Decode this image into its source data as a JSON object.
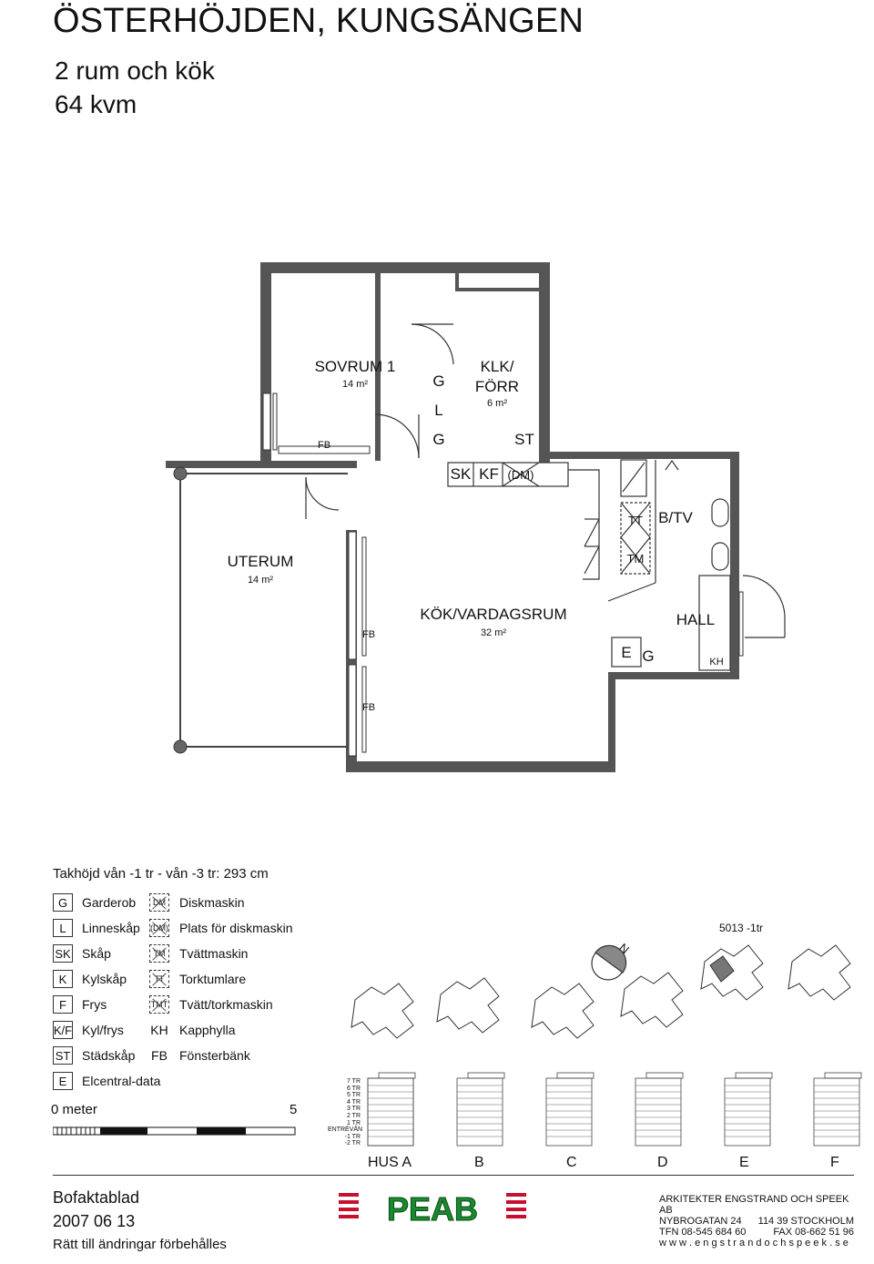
{
  "header": {
    "title": "ÖSTERHÖJDEN, KUNGSÄNGEN",
    "rooms": "2 rum och kök",
    "area": "64 kvm"
  },
  "plan": {
    "sovrum": {
      "name": "SOVRUM 1",
      "area": "14 m²"
    },
    "klk": {
      "name_1": "KLK/",
      "name_2": "FÖRR",
      "area": "6 m²"
    },
    "uterum": {
      "name": "UTERUM",
      "area": "14 m²"
    },
    "kok": {
      "name": "KÖK/VARDAGSRUM",
      "area": "32 m²"
    },
    "hall": {
      "name": "HALL"
    },
    "btv": "B/TV",
    "codes": {
      "G": "G",
      "L": "L",
      "ST": "ST",
      "SK": "SK",
      "KF": "KF",
      "DM": "(DM)",
      "TT": "TT",
      "TM": "TM",
      "E": "E",
      "KH": "KH",
      "FB": "FB"
    }
  },
  "ceiling": "Takhöjd vån -1 tr - vån -3 tr: 293 cm",
  "legend": {
    "left": [
      {
        "code": "G",
        "label": "Garderob"
      },
      {
        "code": "L",
        "label": "Linneskåp"
      },
      {
        "code": "SK",
        "label": "Skåp"
      },
      {
        "code": "K",
        "label": "Kylskåp"
      },
      {
        "code": "F",
        "label": "Frys"
      },
      {
        "code": "K/F",
        "label": "Kyl/frys"
      },
      {
        "code": "ST",
        "label": "Städskåp"
      },
      {
        "code": "E",
        "label": "Elcentral-data"
      }
    ],
    "right": [
      {
        "code": "DM",
        "label": "Diskmaskin"
      },
      {
        "code": "(DM)",
        "label": "Plats för diskmaskin"
      },
      {
        "code": "TM",
        "label": "Tvättmaskin"
      },
      {
        "code": "TT",
        "label": "Torktumlare"
      },
      {
        "code": "TMT",
        "label": "Tvätt/torkmaskin"
      },
      {
        "code": "KH",
        "label": "Kapphylla"
      },
      {
        "code": "FB",
        "label": "Fönsterbänk"
      }
    ]
  },
  "scale": {
    "start": "0 meter",
    "end": "5"
  },
  "apartment_id": "5013  -1tr",
  "north": "N",
  "floors": [
    "7 TR",
    "6 TR",
    "5 TR",
    "4 TR",
    "3 TR",
    "2 TR",
    "1 TR",
    "ENTRÉVÅN",
    "-1 TR",
    "-2 TR"
  ],
  "houses": [
    "HUS A",
    "B",
    "C",
    "D",
    "E",
    "F"
  ],
  "footer": {
    "doc": "Bofaktablad",
    "date": "2007 06 13",
    "rights": "Rätt till ändringar förbehålles",
    "logo": "PEAB",
    "arch_name": "ARKITEKTER ENGSTRAND OCH SPEEK AB",
    "arch_addr": "NYBROGATAN 24",
    "arch_city": "114 39 STOCKHOLM",
    "arch_tel": "TFN 08-545 684 60",
    "arch_fax": "FAX 08-662 51 96",
    "arch_web": "w w w . e n g s t r a n d o c h s p e e k . s e"
  },
  "colors": {
    "wall": "#555555",
    "logo_green": "#1a8a2e",
    "logo_red": "#c8102e",
    "highlight": "#777777"
  }
}
